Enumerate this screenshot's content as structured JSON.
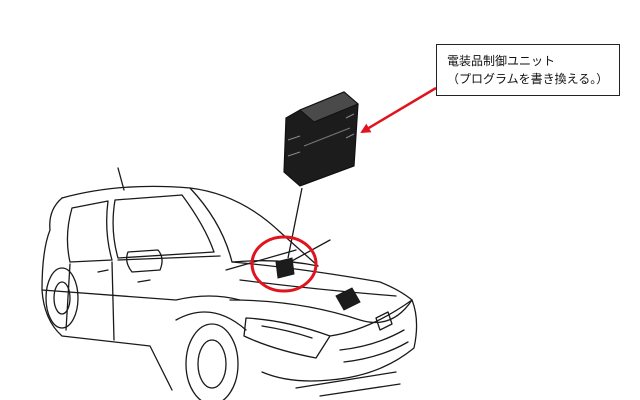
{
  "callout": {
    "line1": "電装品制御ユニット",
    "line2": "（プログラムを書き換える。）"
  },
  "colors": {
    "highlight": "#e0141e",
    "line": "#1a1a1a",
    "unit_fill": "#1c1c1c",
    "background": "#ffffff"
  },
  "icons": [
    "control-unit-icon",
    "car-illustration"
  ]
}
